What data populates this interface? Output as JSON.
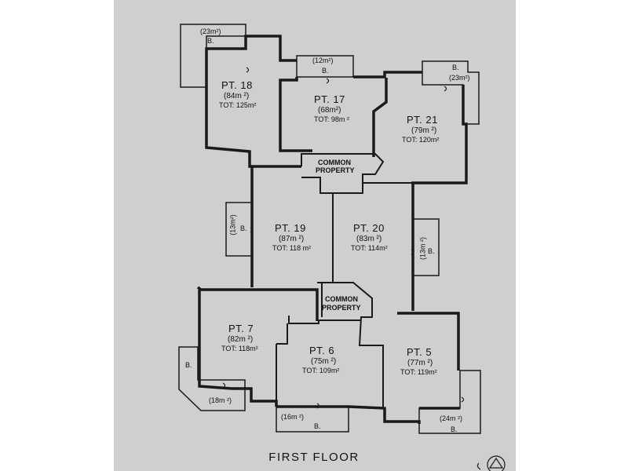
{
  "title": "FIRST FLOOR",
  "lots": [
    {
      "id": "pt18",
      "name": "PT. 18",
      "area": "(84m ²)",
      "total": "TOT: 125m²"
    },
    {
      "id": "pt17",
      "name": "PT. 17",
      "area": "(68m²)",
      "total": "TOT: 98m ²"
    },
    {
      "id": "pt21",
      "name": "PT. 21",
      "area": "(79m ²)",
      "total": "TOT: 120m²"
    },
    {
      "id": "pt19",
      "name": "PT. 19",
      "area": "(87m ²)",
      "total": "TOT: 118 m²"
    },
    {
      "id": "pt20",
      "name": "PT. 20",
      "area": "(83m ²)",
      "total": "TOT: 114m²"
    },
    {
      "id": "pt7",
      "name": "PT. 7",
      "area": "(82m ²)",
      "total": "TOT: 118m²"
    },
    {
      "id": "pt6",
      "name": "PT. 6",
      "area": "(75m ²)",
      "total": "TOT: 109m²"
    },
    {
      "id": "pt5",
      "name": "PT. 5",
      "area": "(77m ²)",
      "total": "TOT: 119m²"
    }
  ],
  "balconies": {
    "b18_area": "(23m²)",
    "b18_label": "B.",
    "b17_area": "(12m²)",
    "b17_label": "B.",
    "b21_label": "B.",
    "b21_area": "(23m²)",
    "b19_area": "(13m²)",
    "b19_label": "B.",
    "b20_area": "(13m ²)",
    "b20_label": "B.",
    "b7_label": "B.",
    "b7_area": "(18m ²)",
    "b6_area": "(16m ²)",
    "b6_label": "B.",
    "b5_area": "(24m ²)",
    "b5_label": "B."
  },
  "common": {
    "label1": "COMMON",
    "label2": "PROPERTY"
  },
  "colors": {
    "wall": "#1a1a1a",
    "sheet": "#cfcfcf"
  }
}
